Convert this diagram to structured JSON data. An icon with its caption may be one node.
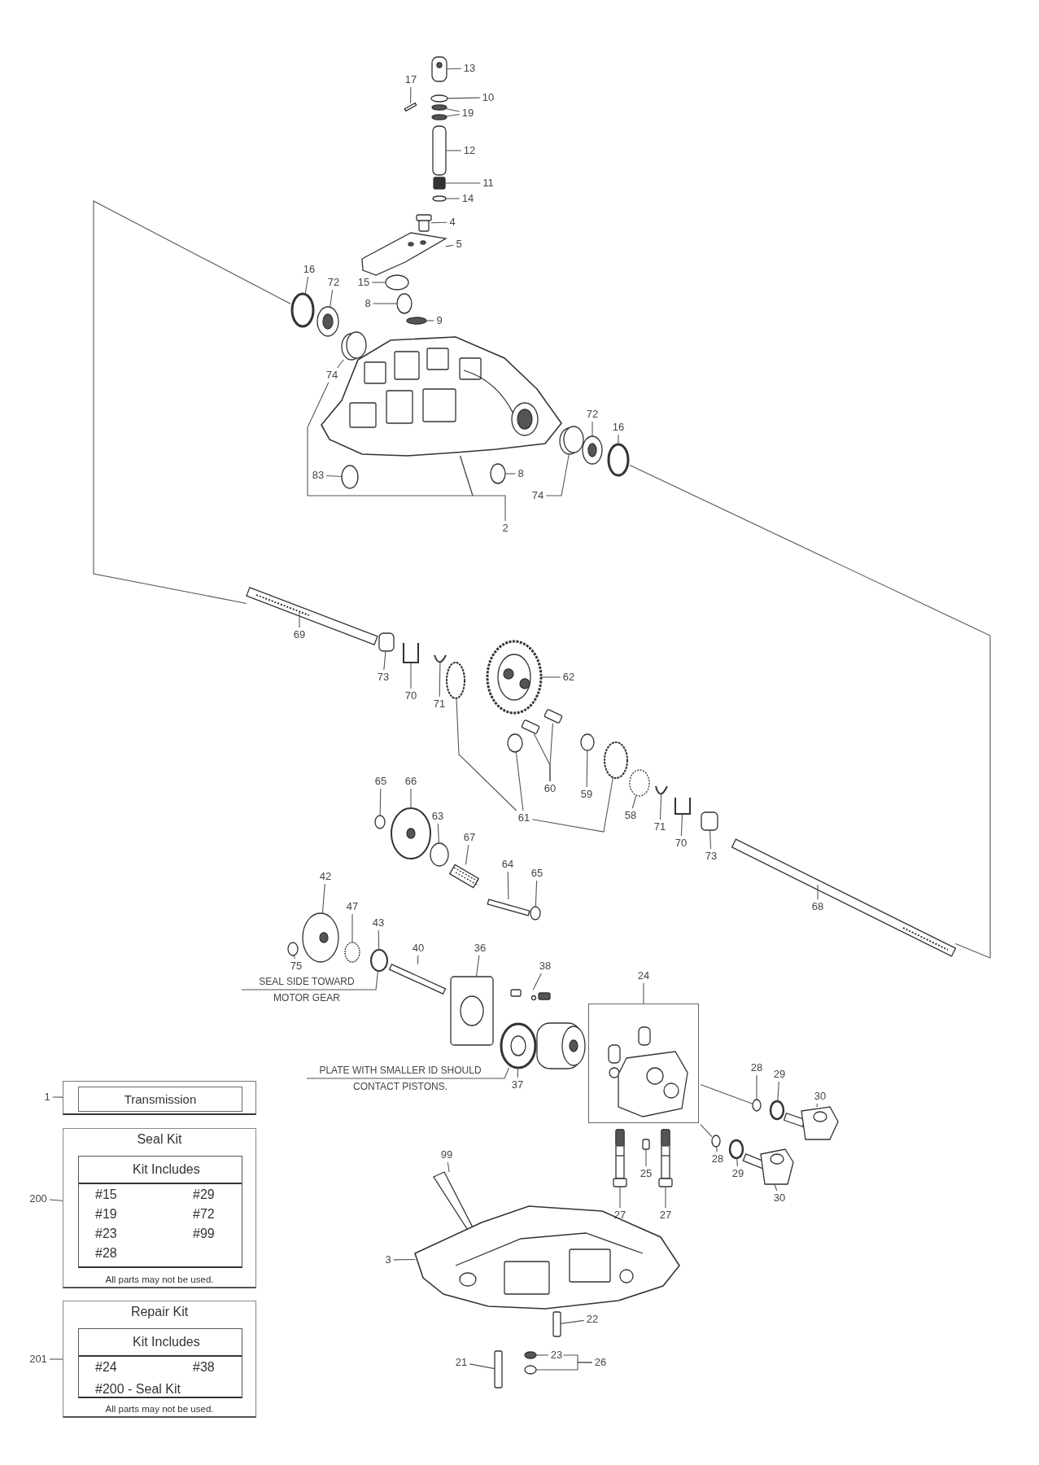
{
  "diagram": {
    "nodes": [
      {
        "text": [
          "13"
        ]
      },
      {
        "text": [
          "17"
        ]
      },
      {
        "text": [
          "10"
        ]
      },
      {
        "text": [
          "19"
        ]
      },
      {
        "text": [
          "12"
        ]
      },
      {
        "text": [
          "11"
        ]
      },
      {
        "text": [
          "14"
        ]
      },
      {
        "text": [
          "4"
        ]
      },
      {
        "text": [
          "5"
        ]
      },
      {
        "text": [
          "16"
        ]
      },
      {
        "text": [
          "72"
        ]
      },
      {
        "text": [
          "15"
        ]
      },
      {
        "text": [
          "8"
        ]
      },
      {
        "text": [
          "9"
        ]
      },
      {
        "text": [
          "74"
        ]
      },
      {
        "text": [
          "83"
        ]
      },
      {
        "text": [
          "8"
        ]
      },
      {
        "text": [
          "72"
        ]
      },
      {
        "text": [
          "16"
        ]
      },
      {
        "text": [
          "74"
        ]
      },
      {
        "text": [
          "2"
        ]
      },
      {
        "text": [
          "69"
        ]
      },
      {
        "text": [
          "73"
        ]
      },
      {
        "text": [
          "70"
        ]
      },
      {
        "text": [
          "71"
        ]
      },
      {
        "text": [
          "62"
        ]
      },
      {
        "text": [
          "60"
        ]
      },
      {
        "text": [
          "61"
        ]
      },
      {
        "text": [
          "59"
        ]
      },
      {
        "text": [
          "58"
        ]
      },
      {
        "text": [
          "71"
        ]
      },
      {
        "text": [
          "70"
        ]
      },
      {
        "text": [
          "73"
        ]
      },
      {
        "text": [
          "68"
        ]
      },
      {
        "text": [
          "65"
        ]
      },
      {
        "text": [
          "66"
        ]
      },
      {
        "text": [
          "63"
        ]
      },
      {
        "text": [
          "67"
        ]
      },
      {
        "text": [
          "64"
        ]
      },
      {
        "text": [
          "65"
        ]
      },
      {
        "text": [
          "42"
        ]
      },
      {
        "text": [
          "47"
        ]
      },
      {
        "text": [
          "43"
        ]
      },
      {
        "text": [
          "40"
        ]
      },
      {
        "text": [
          "36"
        ]
      },
      {
        "text": [
          "38"
        ]
      },
      {
        "text": [
          "24"
        ]
      },
      {
        "text": [
          "75"
        ]
      },
      {
        "text": [
          "SEAL SIDE TOWARD MOTOR GEAR"
        ]
      },
      {
        "text": [
          "PLATE WITH SMALLER ID SHOULD CONTACT PISTONS."
        ]
      },
      {
        "text": [
          "37"
        ]
      },
      {
        "text": [
          "28"
        ]
      },
      {
        "text": [
          "29"
        ]
      },
      {
        "text": [
          "30"
        ]
      },
      {
        "text": [
          "99"
        ]
      },
      {
        "text": [
          "25"
        ]
      },
      {
        "text": [
          "28"
        ]
      },
      {
        "text": [
          "29"
        ]
      },
      {
        "text": [
          "30"
        ]
      },
      {
        "text": [
          "27"
        ]
      },
      {
        "text": [
          "27"
        ]
      },
      {
        "text": [
          "3"
        ]
      },
      {
        "text": [
          "22"
        ]
      },
      {
        "text": [
          "23"
        ]
      },
      {
        "text": [
          "21"
        ]
      },
      {
        "text": [
          "26"
        ]
      },
      {
        "text": [
          "1"
        ]
      },
      {
        "text": [],
        "shape": "box"
      },
      {
        "text": [
          "Transmission"
        ],
        "in": 67
      },
      {
        "text": [
          "200"
        ]
      },
      {
        "text": [
          "Seal Kit",
          "All parts may not be used."
        ]
      },
      {
        "text": [
          "Kit Includes",
          "#15",
          "#29",
          "#19",
          "#72",
          "#23",
          "#99",
          "#28"
        ],
        "in": 70
      },
      {
        "text": [
          "201"
        ]
      },
      {
        "text": [
          "Repair Kit",
          "All parts may not be used."
        ]
      },
      {
        "text": [
          "Kit Includes",
          "#24",
          "#38",
          "#200 - Seal Kit"
        ],
        "in": 73
      },
      {
        "text": [],
        "shape": "picture"
      },
      {
        "text": [],
        "shape": "bar"
      },
      {
        "text": [],
        "shape": "circle"
      },
      {
        "text": [],
        "shape": "circle"
      },
      {
        "text": [],
        "shape": "circle"
      },
      {
        "text": [],
        "shape": "box"
      },
      {
        "text": [],
        "shape": "box"
      },
      {
        "text": [],
        "shape": "circle"
      },
      {
        "text": [],
        "shape": "picture"
      },
      {
        "text": [],
        "shape": "picture"
      },
      {
        "text": [],
        "shape": "circle"
      },
      {
        "text": [],
        "shape": "picture"
      },
      {
        "text": [],
        "shape": "circle"
      },
      {
        "text": [],
        "shape": "circle"
      },
      {
        "text": [],
        "shape": "circle"
      },
      {
        "text": [],
        "shape": "circle"
      },
      {
        "text": [],
        "shape": "picture"
      },
      {
        "text": [],
        "shape": "circle"
      },
      {
        "text": [],
        "shape": "circle"
      },
      {
        "text": [],
        "shape": "picture"
      },
      {
        "text": [],
        "shape": "circle"
      },
      {
        "text": [],
        "shape": "circle"
      },
      {
        "text": [],
        "shape": "bar"
      },
      {
        "text": [],
        "shape": "box"
      },
      {
        "text": [],
        "shape": "picture"
      },
      {
        "text": [],
        "shape": "picture"
      },
      {
        "text": [],
        "shape": "picture"
      },
      {
        "text": [],
        "shape": "box"
      },
      {
        "text": [],
        "shape": "box"
      },
      {
        "text": [],
        "shape": "circle"
      },
      {
        "text": [],
        "shape": "circle"
      },
      {
        "text": [],
        "shape": "circle"
      },
      {
        "text": [],
        "shape": "circle"
      },
      {
        "text": [],
        "shape": "circle"
      },
      {
        "text": [],
        "shape": "picture"
      },
      {
        "text": [],
        "shape": "picture"
      },
      {
        "text": [],
        "shape": "box"
      },
      {
        "text": [],
        "shape": "bar"
      },
      {
        "text": [],
        "shape": "circle"
      },
      {
        "text": [],
        "shape": "picture"
      },
      {
        "text": [],
        "shape": "circle"
      },
      {
        "text": [],
        "shape": "bar"
      },
      {
        "text": [],
        "shape": "bar"
      },
      {
        "text": [],
        "shape": "circle"
      },
      {
        "text": [],
        "shape": "picture"
      },
      {
        "text": [],
        "shape": "circle"
      },
      {
        "text": [],
        "shape": "circle"
      },
      {
        "text": [],
        "shape": "bar"
      },
      {
        "text": [],
        "shape": "picture"
      },
      {
        "text": [],
        "shape": "picture"
      },
      {
        "text": [],
        "shape": "box"
      },
      {
        "text": [],
        "shape": "circle"
      },
      {
        "text": [],
        "shape": "picture"
      },
      {
        "text": [],
        "shape": "circle"
      },
      {
        "text": [],
        "shape": "circle"
      },
      {
        "text": [],
        "shape": "picture"
      },
      {
        "text": [],
        "shape": "picture"
      },
      {
        "text": [],
        "shape": "box"
      },
      {
        "text": [],
        "shape": "circle"
      },
      {
        "text": [],
        "shape": "circle"
      },
      {
        "text": [],
        "shape": "picture"
      },
      {
        "text": [],
        "shape": "picture"
      },
      {
        "text": [],
        "shape": "picture"
      },
      {
        "text": [],
        "shape": "picture"
      },
      {
        "text": [],
        "shape": "box"
      },
      {
        "text": [],
        "shape": "circle"
      },
      {
        "text": [],
        "shape": "box"
      },
      {
        "text": [],
        "shape": "circle"
      }
    ],
    "edges": [
      {
        "from": 0,
        "to": 75,
        "arrow": "none"
      },
      {
        "from": 1,
        "to": 76,
        "arrow": "none"
      },
      {
        "from": 2,
        "to": 77,
        "arrow": "none"
      },
      {
        "from": 3,
        "to": 78,
        "arrow": "none"
      },
      {
        "from": 3,
        "to": 79,
        "arrow": "none"
      },
      {
        "from": 4,
        "to": 80,
        "arrow": "none"
      },
      {
        "from": 5,
        "to": 81,
        "arrow": "none"
      },
      {
        "from": 6,
        "to": 82,
        "arrow": "none"
      },
      {
        "from": 7,
        "to": 83,
        "arrow": "none"
      },
      {
        "from": 8,
        "to": 84,
        "arrow": "none"
      },
      {
        "from": 9,
        "to": 85,
        "arrow": "none"
      },
      {
        "from": 10,
        "to": 86,
        "arrow": "none"
      },
      {
        "from": 11,
        "to": 87,
        "arrow": "none"
      },
      {
        "from": 12,
        "to": 88,
        "arrow": "none"
      },
      {
        "from": 13,
        "to": 89,
        "arrow": "none"
      },
      {
        "from": 14,
        "to": 90,
        "arrow": "none"
      },
      {
        "from": 14,
        "to": 91,
        "arrow": "none"
      },
      {
        "from": 15,
        "to": 92,
        "arrow": "none"
      },
      {
        "from": 16,
        "to": 93,
        "arrow": "none"
      },
      {
        "from": 17,
        "to": 94,
        "arrow": "none"
      },
      {
        "from": 18,
        "to": 95,
        "arrow": "none"
      },
      {
        "from": 19,
        "to": 96,
        "arrow": "none"
      },
      {
        "from": 20,
        "to": 91,
        "arrow": "none"
      },
      {
        "from": 21,
        "to": 97,
        "arrow": "none"
      },
      {
        "from": 22,
        "to": 98,
        "arrow": "none"
      },
      {
        "from": 23,
        "to": 99,
        "arrow": "none"
      },
      {
        "from": 24,
        "to": 100,
        "arrow": "none"
      },
      {
        "from": 25,
        "to": 101,
        "arrow": "none"
      },
      {
        "from": 26,
        "to": 102,
        "arrow": "none"
      },
      {
        "from": 26,
        "to": 103,
        "arrow": "none"
      },
      {
        "from": 27,
        "to": 104,
        "arrow": "none"
      },
      {
        "from": 27,
        "to": 105,
        "arrow": "none"
      },
      {
        "from": 27,
        "to": 106,
        "arrow": "none"
      },
      {
        "from": 28,
        "to": 107,
        "arrow": "none"
      },
      {
        "from": 29,
        "to": 108,
        "arrow": "none"
      },
      {
        "from": 30,
        "to": 109,
        "arrow": "none"
      },
      {
        "from": 31,
        "to": 110,
        "arrow": "none"
      },
      {
        "from": 32,
        "to": 111,
        "arrow": "none"
      },
      {
        "from": 33,
        "to": 112,
        "arrow": "none"
      },
      {
        "from": 34,
        "to": 113,
        "arrow": "none"
      },
      {
        "from": 35,
        "to": 114,
        "arrow": "none"
      },
      {
        "from": 36,
        "to": 115,
        "arrow": "none"
      },
      {
        "from": 37,
        "to": 116,
        "arrow": "none"
      },
      {
        "from": 38,
        "to": 117,
        "arrow": "none"
      },
      {
        "from": 39,
        "to": 118,
        "arrow": "none"
      },
      {
        "from": 40,
        "to": 119,
        "arrow": "none"
      },
      {
        "from": 41,
        "to": 120,
        "arrow": "none"
      },
      {
        "from": 42,
        "to": 121,
        "arrow": "none"
      },
      {
        "from": 43,
        "to": 122,
        "arrow": "none"
      },
      {
        "from": 44,
        "to": 123,
        "arrow": "none"
      },
      {
        "from": 45,
        "to": 124,
        "arrow": "none"
      },
      {
        "from": 46,
        "to": 125,
        "arrow": "none"
      },
      {
        "from": 47,
        "to": 126,
        "arrow": "none"
      },
      {
        "from": 48,
        "to": 121,
        "arrow": "none"
      },
      {
        "from": 49,
        "to": 127,
        "arrow": "none"
      },
      {
        "from": 50,
        "to": 127,
        "arrow": "none"
      },
      {
        "from": 51,
        "to": 128,
        "arrow": "none"
      },
      {
        "from": 52,
        "to": 129,
        "arrow": "none"
      },
      {
        "from": 53,
        "to": 130,
        "arrow": "none"
      },
      {
        "from": 54,
        "to": 131,
        "arrow": "none"
      },
      {
        "from": 55,
        "to": 132,
        "arrow": "none"
      },
      {
        "from": 56,
        "to": 133,
        "arrow": "none"
      },
      {
        "from": 57,
        "to": 134,
        "arrow": "none"
      },
      {
        "from": 58,
        "to": 135,
        "arrow": "none"
      },
      {
        "from": 59,
        "to": 136,
        "arrow": "none"
      },
      {
        "from": 60,
        "to": 137,
        "arrow": "none"
      },
      {
        "from": 61,
        "to": 138,
        "arrow": "none"
      },
      {
        "from": 62,
        "to": 139,
        "arrow": "none"
      },
      {
        "from": 63,
        "to": 140,
        "arrow": "none"
      },
      {
        "from": 64,
        "to": 141,
        "arrow": "none"
      },
      {
        "from": 65,
        "to": 142,
        "arrow": "none"
      },
      {
        "from": 65,
        "to": 63,
        "arrow": "none"
      },
      {
        "from": 66,
        "to": 67,
        "arrow": "none"
      },
      {
        "from": 69,
        "to": 70,
        "arrow": "none"
      },
      {
        "from": 72,
        "to": 73,
        "arrow": "none"
      },
      {
        "from": 85,
        "to": 97,
        "arrow": "none"
      },
      {
        "from": 95,
        "to": 112,
        "arrow": "none"
      },
      {
        "from": 125,
        "to": 128,
        "arrow": "none"
      },
      {
        "from": 125,
        "to": 133,
        "arrow": "none"
      }
    ]
  }
}
